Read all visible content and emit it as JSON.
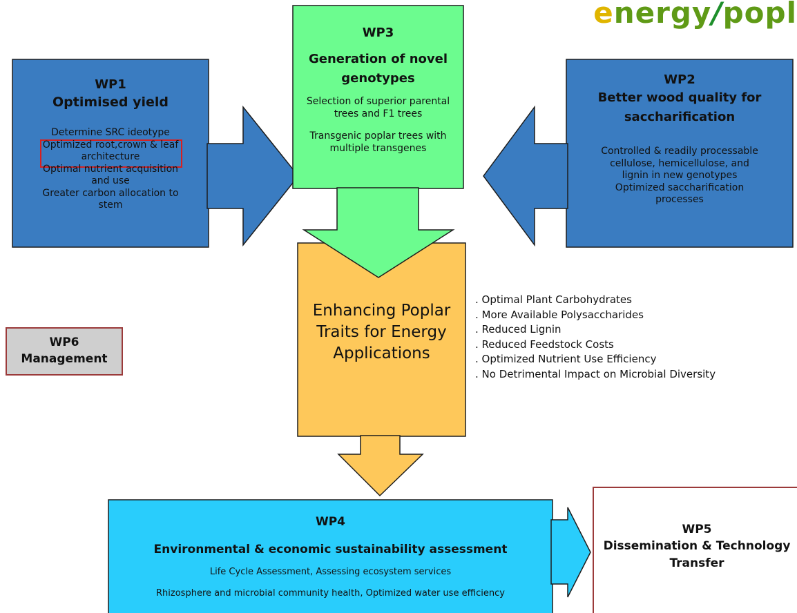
{
  "logo": {
    "text_e": "e",
    "text_rest": "nergy",
    "text_slash": "/",
    "text_p": "popl"
  },
  "wp1": {
    "id": "WP1",
    "title": "Optimised yield",
    "items": [
      "Determine SRC ideotype",
      "Optimized root,crown & leaf",
      "architecture",
      "Optimal nutrient acquisition",
      "and use",
      "Greater carbon allocation to",
      "stem"
    ]
  },
  "wp2": {
    "id": "WP2",
    "title_line1": "Better wood quality for",
    "title_line2": "saccharification",
    "items": [
      "Controlled & readily processable",
      "cellulose, hemicellulose, and",
      "lignin in new genotypes",
      "Optimized saccharification",
      "processes"
    ]
  },
  "wp3": {
    "id": "WP3",
    "title_line1": "Generation of novel",
    "title_line2": "genotypes",
    "items": [
      "Selection of superior parental",
      "trees and F1 trees",
      "Transgenic poplar trees with",
      "multiple transgenes"
    ]
  },
  "center": {
    "line1": "Enhancing Poplar",
    "line2": "Traits for Energy",
    "line3": "Applications"
  },
  "traits": [
    ". Optimal Plant Carbohydrates",
    ". More Available Polysaccharides",
    ". Reduced Lignin",
    ". Reduced Feedstock Costs",
    ". Optimized Nutrient Use Efficiency",
    ". No Detrimental Impact on Microbial Diversity"
  ],
  "wp6": {
    "id": "WP6",
    "title": "Management"
  },
  "wp4": {
    "id": "WP4",
    "title": "Environmental & economic sustainability assessment",
    "items": [
      "Life Cycle Assessment, Assessing ecosystem services",
      "Rhizosphere and microbial community health, Optimized water use efficiency"
    ]
  },
  "wp5": {
    "id": "WP5",
    "title_line1": "Dissemination & Technology",
    "title_line2": "Transfer"
  },
  "colors": {
    "wp1_blue": "#3a7cc1",
    "wp2_blue": "#3a7cc1",
    "wp3_green": "#6cfc8f",
    "center_orange": "#fec85a",
    "wp4_cyan": "#29cdfc",
    "wp6_gray": "#cfcfcf",
    "highlight_red": "#d81f1f",
    "border_red": "#9b3a3a"
  }
}
